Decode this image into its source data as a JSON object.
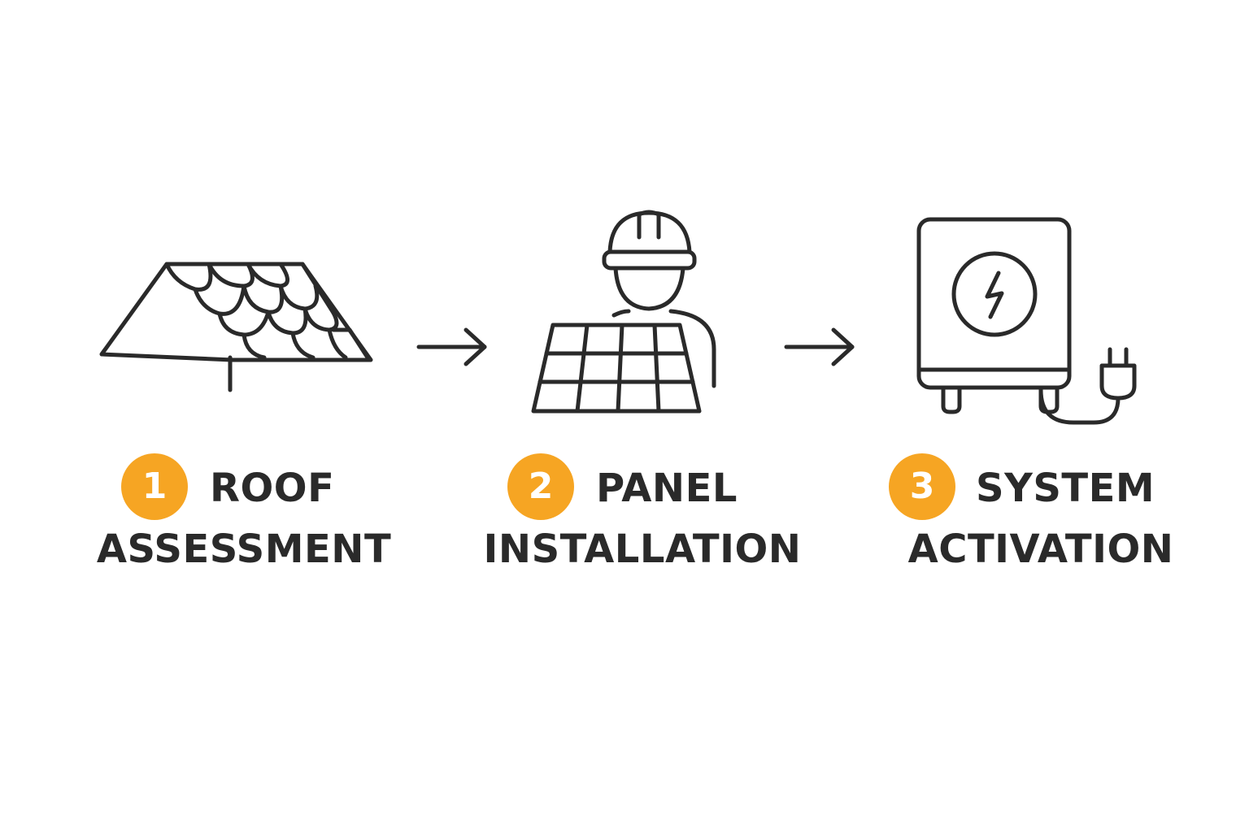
{
  "colors": {
    "accent": "#F6A523",
    "ink": "#2a2a2a"
  },
  "steps": [
    {
      "number": "1",
      "title_line1": "ROOF",
      "title_line2": "ASSESSMENT",
      "icon": "roof-shingles-icon"
    },
    {
      "number": "2",
      "title_line1": "PANEL",
      "title_line2": "INSTALLATION",
      "icon": "worker-solar-panel-icon"
    },
    {
      "number": "3",
      "title_line1": "SYSTEM",
      "title_line2": "ACTIVATION",
      "icon": "inverter-plug-icon"
    }
  ],
  "connectors": [
    "arrow-right-icon",
    "arrow-right-icon"
  ]
}
